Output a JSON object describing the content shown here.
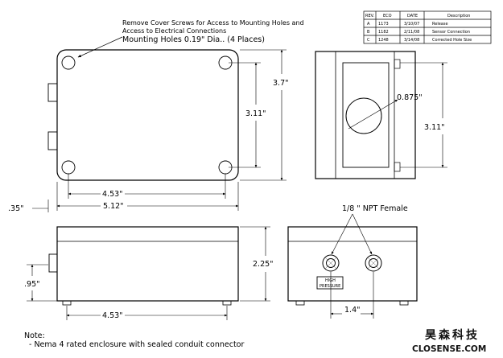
{
  "callouts": {
    "remove_cover_line1": "Remove Cover Screws for Access to Mounting Holes and",
    "remove_cover_line2": "Access to Electrical Connections",
    "mounting_holes": "Mounting Holes 0.19\" Dia..  (4 Places)",
    "npt_female": "1/8 \" NPT Female",
    "high_pressure_line1": "HIGH",
    "high_pressure_line2": "PRESSURE"
  },
  "dimensions": {
    "height_3_7": "3.7\"",
    "height_3_11_left": "3.11\"",
    "height_3_11_right": "3.11\"",
    "hole_0_875": "0.875\"",
    "width_4_53_top": "4.53\"",
    "width_5_12": "5.12\"",
    "offset_0_35": ".35\"",
    "height_2_25": "2.25\"",
    "height_0_95": ".95\"",
    "width_4_53_bottom": "4.53\"",
    "spacing_1_4": "1.4\""
  },
  "revision_table": {
    "headers": [
      "REV.",
      "ECO",
      "DATE",
      "Description"
    ],
    "rows": [
      [
        "A",
        "1173",
        "3/10/07",
        "Release"
      ],
      [
        "B",
        "1182",
        "2/11/08",
        "Sensor Connection"
      ],
      [
        "C",
        "1248",
        "3/14/08",
        "Corrected Hole Size"
      ]
    ]
  },
  "notes": {
    "heading": "Note:",
    "item1": "-  Nema 4 rated enclosure with sealed conduit connector"
  },
  "watermark": {
    "chinese": "昊森科技",
    "english": "CLOSENSE.COM"
  }
}
